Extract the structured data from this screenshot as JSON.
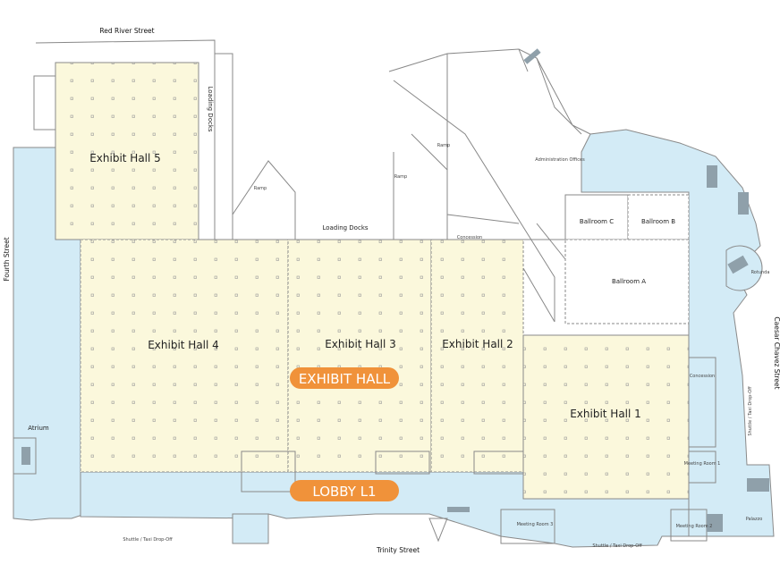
{
  "colors": {
    "hall": "#fbf8dc",
    "lobby": "#d3ebf6",
    "accent": "#f0923a",
    "wall": "#8a8a8a"
  },
  "streets": {
    "north": "Red River Street",
    "west": "Fourth Street",
    "east": "Caesar Chavez Street",
    "south": "Trinity Street"
  },
  "halls": {
    "h1": "Exhibit Hall 1",
    "h2": "Exhibit Hall 2",
    "h3": "Exhibit Hall 3",
    "h4": "Exhibit Hall 4",
    "h5": "Exhibit Hall 5"
  },
  "ballrooms": {
    "a": "Ballroom A",
    "b": "Ballroom B",
    "c": "Ballroom C"
  },
  "rooms": {
    "loading_docks_vertical": "Loading Docks",
    "loading_docks": "Loading Docks",
    "rotunda": "Rotunda",
    "admin": "Administration Offices",
    "ramp1": "Ramp",
    "ramp2": "Ramp",
    "ramp3": "Ramp",
    "concession1": "Concession",
    "concession2": "Concession",
    "atrium": "Atrium",
    "meeting1": "Meeting Room 1",
    "meeting2": "Meeting Room 2",
    "meeting3": "Meeting Room 3",
    "palazzo": "Palazzo",
    "shuttle_south_left": "Shuttle / Taxi Drop-Off",
    "shuttle_south_right": "Shuttle / Taxi Drop-Off",
    "shuttle_east": "Shuttle / Taxi Drop-Off"
  },
  "badges": {
    "exhibit_hall": "EXHIBIT HALL",
    "lobby": "LOBBY L1"
  }
}
